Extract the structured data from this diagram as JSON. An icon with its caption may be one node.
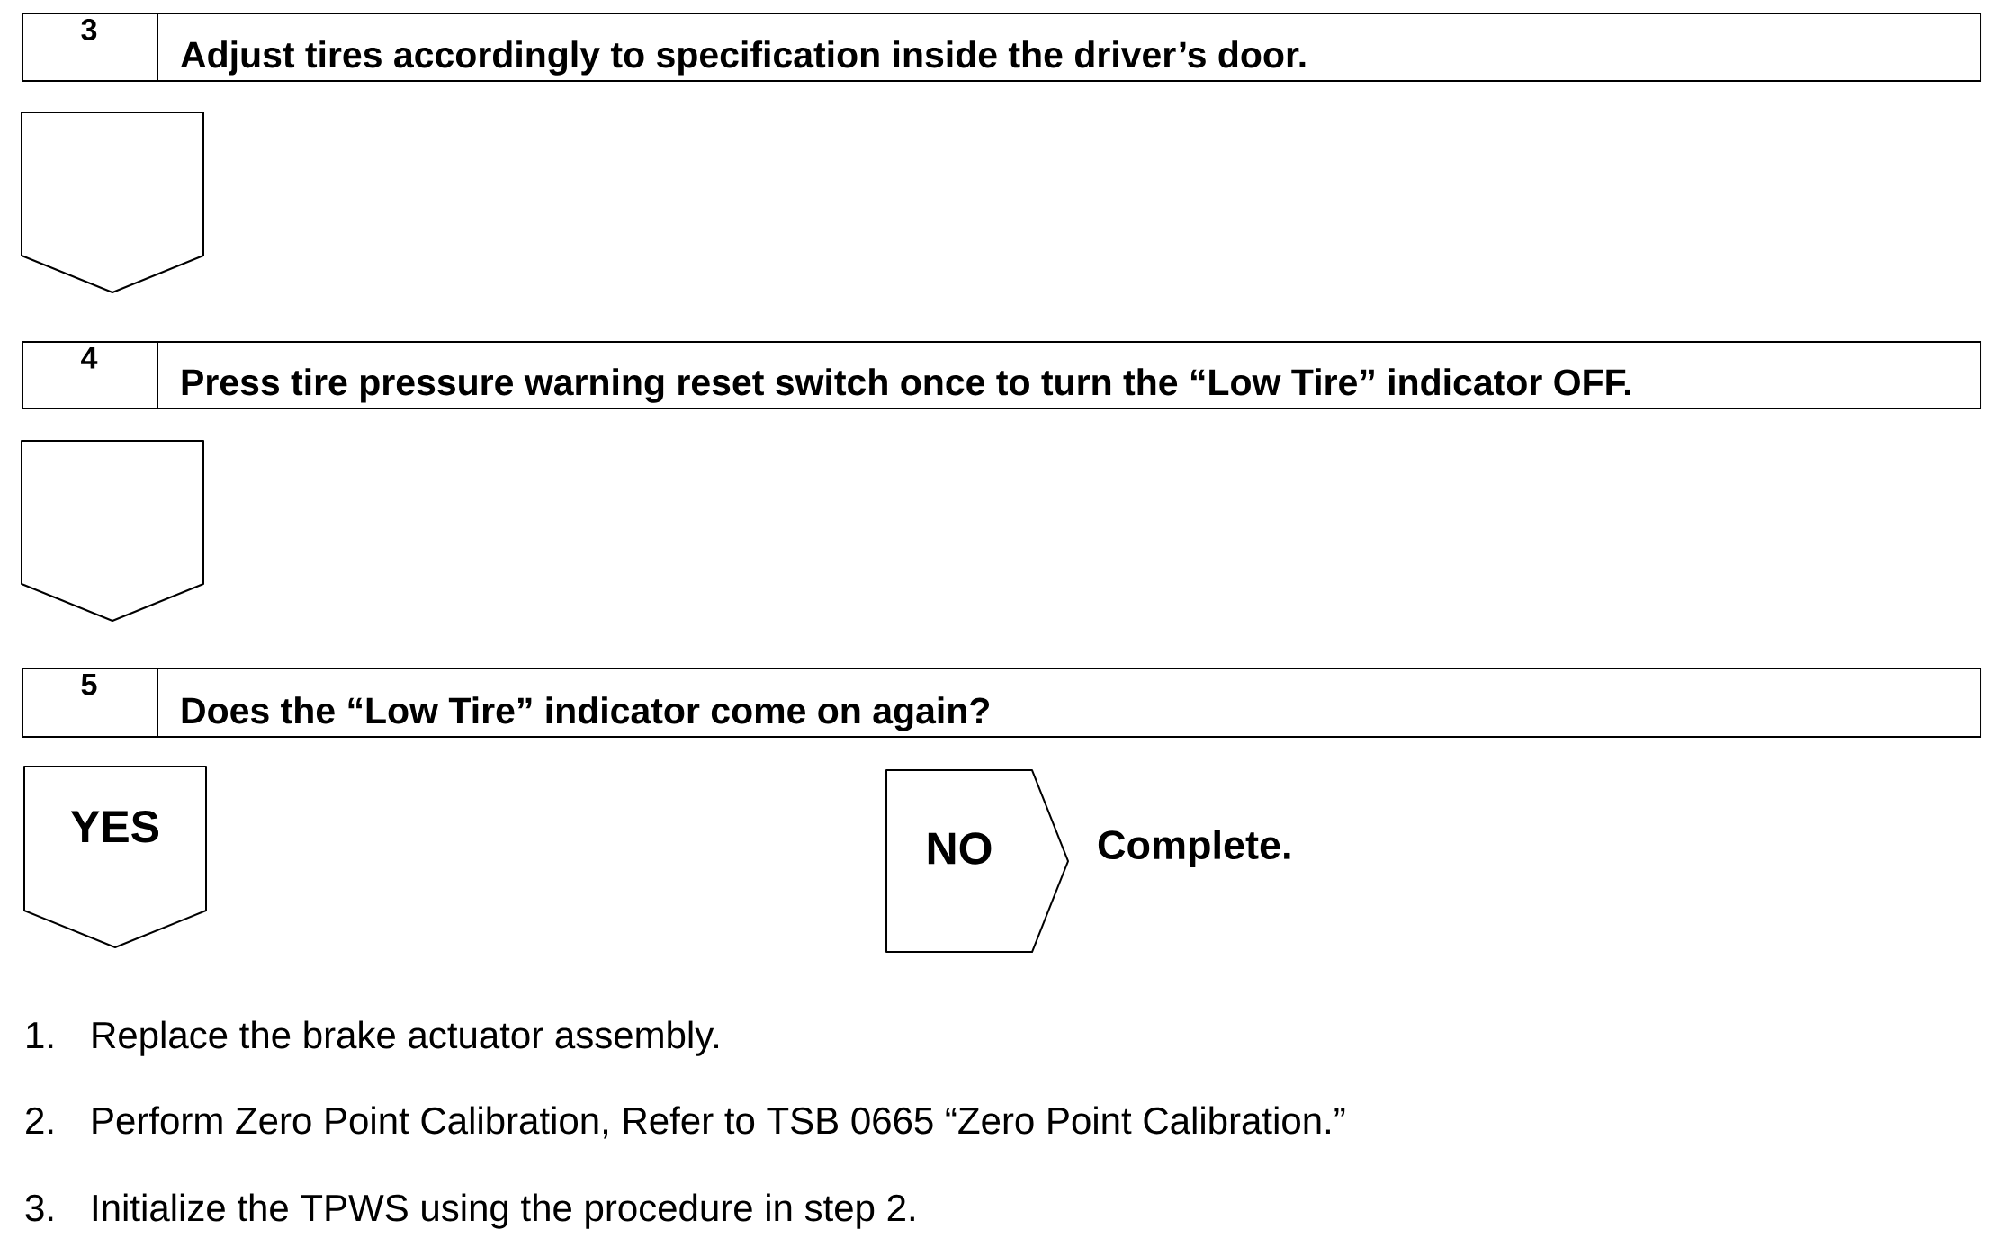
{
  "diagram": {
    "nodes": [
      {
        "text": [
          "3",
          "Adjust tires accordingly to specification inside the driver’s door."
        ]
      },
      {
        "text": [],
        "shape": "pentagon"
      },
      {
        "text": [
          "4",
          "Press tire pressure warning reset switch once to turn the “Low Tire” indicator OFF."
        ]
      },
      {
        "text": [],
        "shape": "pentagon"
      },
      {
        "text": [
          "5",
          "Does the “Low Tire” indicator come on again?"
        ]
      },
      {
        "text": [
          "YES"
        ]
      },
      {
        "text": [
          "NO"
        ],
        "beside": [
          "Complete."
        ]
      }
    ],
    "labels": [
      "1.",
      "Replace the brake actuator assembly.",
      "2.",
      "Perform Zero Point Calibration, Refer to TSB 0665 “Zero Point Calibration.”",
      "3.",
      "Initialize the TPWS using the procedure in step 2."
    ]
  }
}
